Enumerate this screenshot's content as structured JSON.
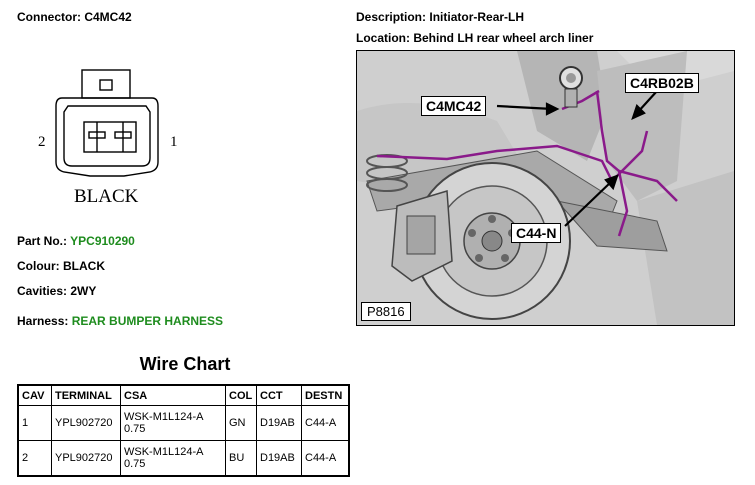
{
  "connector": {
    "label": "Connector:",
    "value": "C4MC42"
  },
  "description": {
    "label": "Description:",
    "value": "Initiator-Rear-LH"
  },
  "location": {
    "label": "Location:",
    "value": "Behind LH rear wheel arch liner"
  },
  "diagram": {
    "pin_left": "2",
    "pin_right": "1",
    "colour_text": "BLACK"
  },
  "part_no": {
    "label": "Part No.:",
    "value": "YPC910290"
  },
  "colour": {
    "label": "Colour:",
    "value": "BLACK"
  },
  "cavities": {
    "label": "Cavities:",
    "value": "2WY"
  },
  "harness": {
    "label": "Harness:",
    "value": "REAR BUMPER HARNESS"
  },
  "photo": {
    "callout_connector": "C4MC42",
    "callout_ground": "C4RB02B",
    "callout_inline": "C44-N",
    "ref": "P8816"
  },
  "wire_chart": {
    "title": "Wire Chart",
    "headers": [
      "CAV",
      "TERMINAL",
      "CSA",
      "COL",
      "CCT",
      "DESTN"
    ],
    "rows": [
      {
        "cav": "1",
        "terminal": "YPL902720",
        "csa_line1": "WSK-M1L124-A",
        "csa_line2": "0.75",
        "col": "GN",
        "cct": "D19AB",
        "destn": "C44-A"
      },
      {
        "cav": "2",
        "terminal": "YPL902720",
        "csa_line1": "WSK-M1L124-A",
        "csa_line2": "0.75",
        "col": "BU",
        "cct": "D19AB",
        "destn": "C44-A"
      }
    ]
  },
  "colors": {
    "green_text": "#1e8c1e",
    "harness_wire": "#8a1a8a"
  }
}
